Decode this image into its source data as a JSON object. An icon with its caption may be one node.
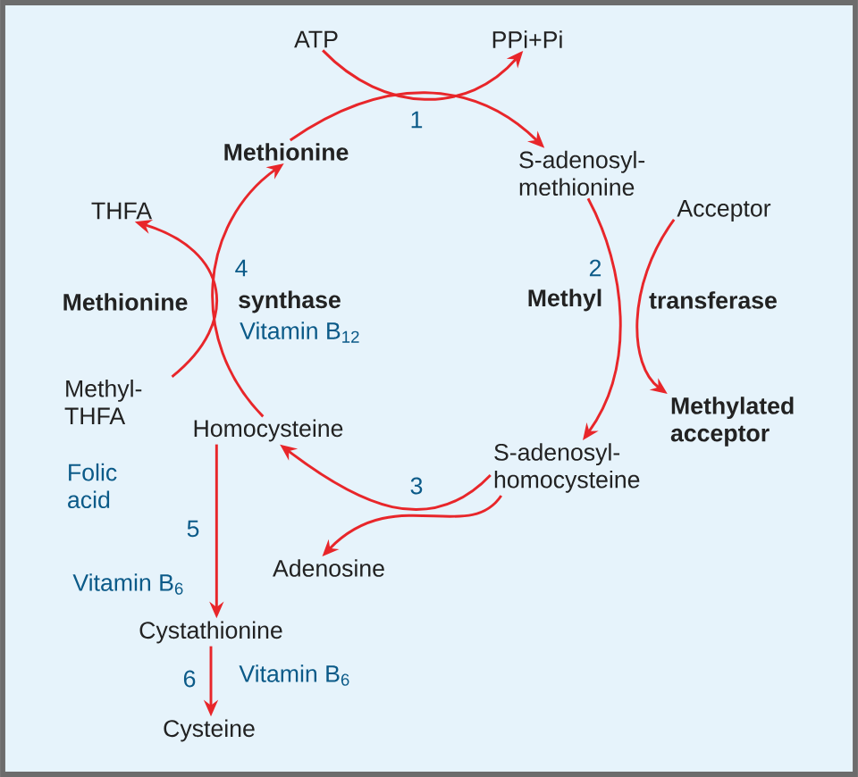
{
  "diagram": {
    "nodes": [
      {
        "text": [
          "ATP"
        ]
      },
      {
        "text": [
          "PPi+Pi"
        ]
      },
      {
        "text": [
          "Methionine"
        ]
      },
      {
        "text": [
          "S-adenosyl- methionine"
        ]
      },
      {
        "text": [
          "Acceptor"
        ]
      },
      {
        "text": [
          "Methylated acceptor"
        ]
      },
      {
        "text": [
          "S-adenosyl- homocysteine"
        ]
      },
      {
        "text": [
          "THFA"
        ]
      },
      {
        "text": [
          "Methyl- THFA"
        ]
      },
      {
        "text": [
          "Homocysteine"
        ]
      },
      {
        "text": [
          "Adenosine"
        ]
      },
      {
        "text": [
          "Cystathionine"
        ]
      },
      {
        "text": [
          "Cysteine"
        ]
      }
    ],
    "edges": [
      {
        "from": 0,
        "to": 1,
        "arrow": "to"
      },
      {
        "from": 2,
        "to": 3,
        "arrow": "to"
      },
      {
        "from": 3,
        "to": 6,
        "arrow": "to"
      },
      {
        "from": 4,
        "to": 5,
        "arrow": "to"
      },
      {
        "from": 6,
        "to": 9,
        "arrow": "to"
      },
      {
        "from": 6,
        "to": 10,
        "arrow": "to"
      },
      {
        "from": 9,
        "to": 2,
        "arrow": "to"
      },
      {
        "from": 8,
        "to": 7,
        "arrow": "to"
      },
      {
        "from": 9,
        "to": 11,
        "arrow": "to"
      },
      {
        "from": 11,
        "to": 12,
        "arrow": "to"
      }
    ],
    "labels": [
      "1",
      "2",
      "Methyl",
      "transferase",
      "4",
      "Methionine",
      "synthase",
      "Vitamin B$_{12}$",
      "Folic acid",
      "3",
      "5",
      "Vitamin B$_{6}$",
      "6",
      "Vitamin B$_{6}$"
    ]
  }
}
